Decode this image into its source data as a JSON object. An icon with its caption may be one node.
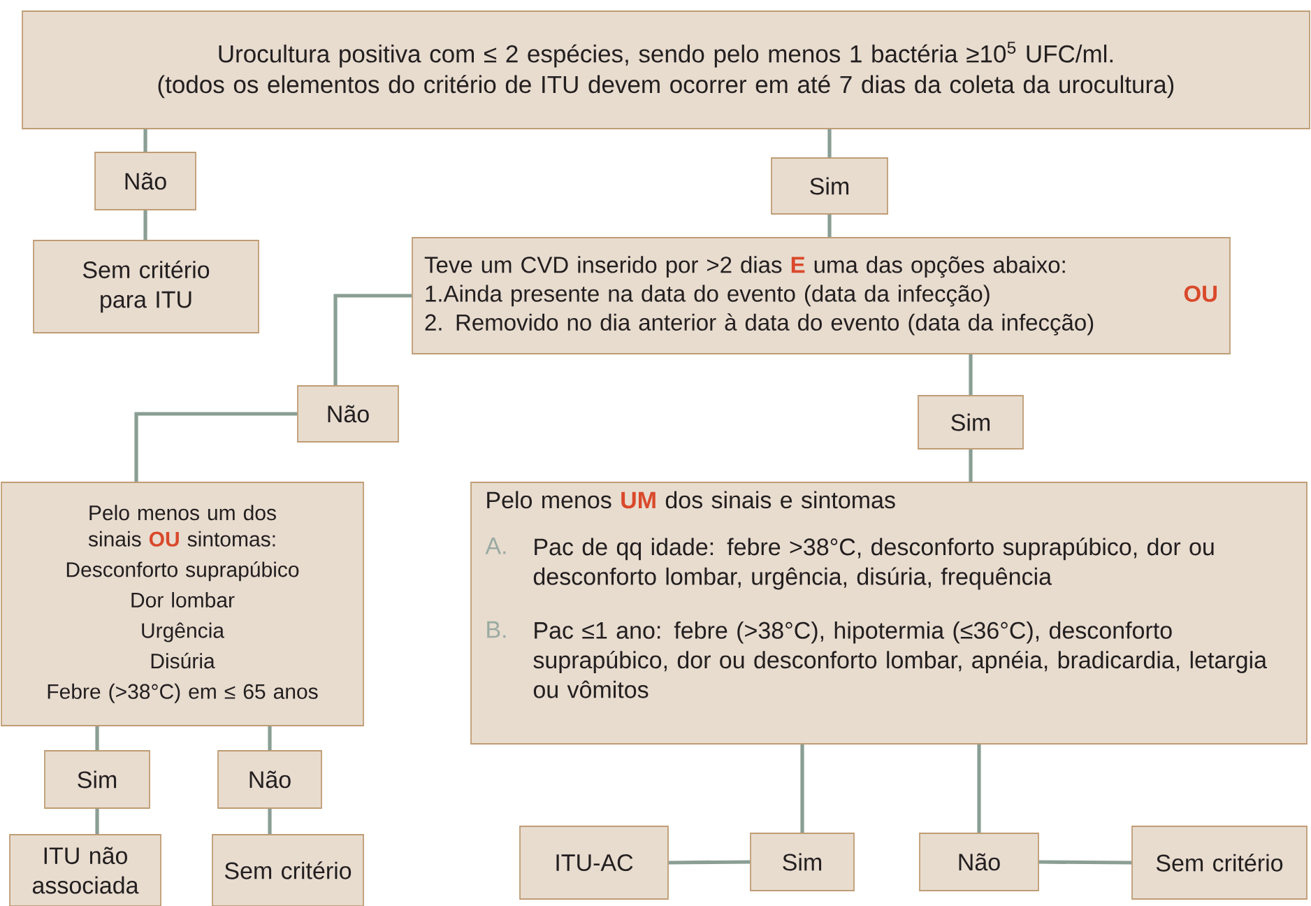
{
  "diagram": {
    "nodes": [
      {
        "text": [
          "Urocultura positiva com ≤ 2 espécies, sendo pelo menos 1 bactéria ≥10$^{5}$ UFC/ml.",
          "(todos os elementos do critério de ITU devem ocorrer em até 7 dias da coleta da urocultura)"
        ]
      },
      {
        "text": [
          "Não"
        ]
      },
      {
        "text": [
          "Sim"
        ]
      },
      {
        "text": [
          "Sem critério para ITU"
        ]
      },
      {
        "text": [
          "Teve um CVD inserido por >2 dias **E** uma das opções abaixo:",
          "1.Ainda presente na data do evento (data da infecção)",
          "OU",
          "2. Removido no dia anterior à data do evento (data da infecção)"
        ]
      },
      {
        "text": [
          "Não"
        ]
      },
      {
        "text": [
          "Sim"
        ]
      },
      {
        "text": [
          "Pelo menos um dos sinais **OU** sintomas:",
          "Desconforto suprapúbico",
          "Dor lombar",
          "Urgência",
          "Disúria",
          "Febre (>38°C) em ≤ 65 anos"
        ]
      },
      {
        "text": [
          "Pelo menos **UM** dos sinais e sintomas",
          "A.",
          "Pac de qq idade: febre >38°C, desconforto suprapúbico, dor ou desconforto lombar, urgência, disúria, frequência",
          "B.",
          "Pac ≤1 ano: febre (>38°C), hipotermia (≤36°C), desconforto suprapúbico, dor ou desconforto lombar, apnéia, bradicardia, letargia ou vômitos"
        ]
      },
      {
        "text": [
          "Sim"
        ]
      },
      {
        "text": [
          "Não"
        ]
      },
      {
        "text": [
          "ITU não associada"
        ]
      },
      {
        "text": [
          "Sem critério"
        ]
      },
      {
        "text": [
          "ITU-AC"
        ]
      },
      {
        "text": [
          "Sim"
        ]
      },
      {
        "text": [
          "Não"
        ]
      },
      {
        "text": [
          "Sem critério"
        ]
      }
    ],
    "edges": [
      {
        "from": 0,
        "to": 1,
        "arrow": "none"
      },
      {
        "from": 0,
        "to": 2,
        "arrow": "none"
      },
      {
        "from": 1,
        "to": 3,
        "arrow": "none"
      },
      {
        "from": 2,
        "to": 4,
        "arrow": "none"
      },
      {
        "from": 4,
        "to": 5,
        "arrow": "none"
      },
      {
        "from": 4,
        "to": 6,
        "arrow": "none"
      },
      {
        "from": 5,
        "to": 7,
        "arrow": "none"
      },
      {
        "from": 6,
        "to": 8,
        "arrow": "none"
      },
      {
        "from": 7,
        "to": 9,
        "arrow": "none"
      },
      {
        "from": 7,
        "to": 10,
        "arrow": "none"
      },
      {
        "from": 9,
        "to": 11,
        "arrow": "none"
      },
      {
        "from": 10,
        "to": 12,
        "arrow": "none"
      },
      {
        "from": 8,
        "to": 14,
        "arrow": "none"
      },
      {
        "from": 8,
        "to": 15,
        "arrow": "none"
      },
      {
        "from": 14,
        "to": 13,
        "arrow": "none"
      },
      {
        "from": 15,
        "to": 16,
        "arrow": "none"
      }
    ]
  }
}
